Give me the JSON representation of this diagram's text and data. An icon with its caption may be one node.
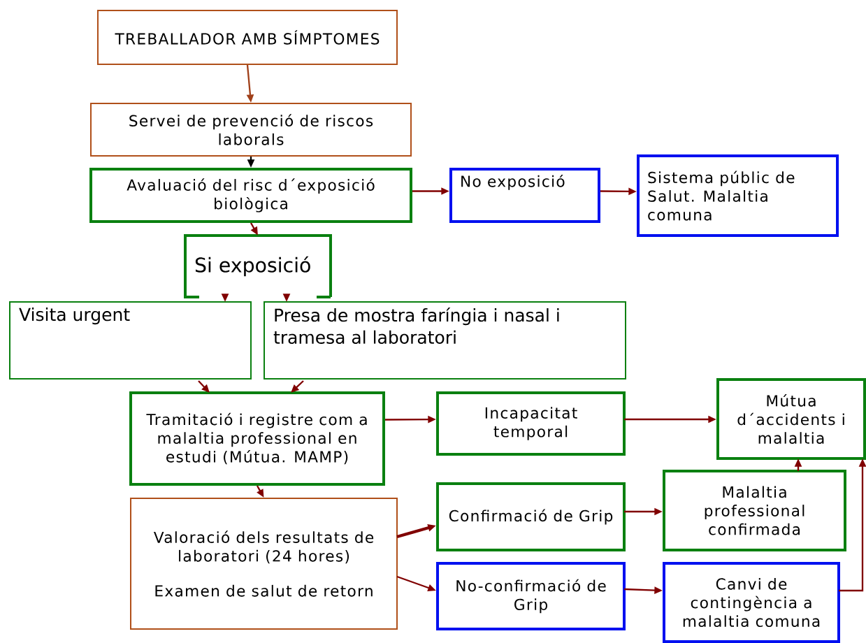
{
  "diagram": {
    "nodes": [
      {
        "text": [
          "TREBALLADOR AMB SÍMPTOMES"
        ]
      },
      {
        "text": [
          "Servei de prevenció de riscos laborals"
        ]
      },
      {
        "text": [
          "Avaluació del risc d´exposició biològica"
        ]
      },
      {
        "text": [
          "No exposició"
        ]
      },
      {
        "text": [
          "Sistema públic de Salut. Malaltia comuna"
        ]
      },
      {
        "text": [
          "Si exposició"
        ]
      },
      {
        "text": [
          "Visita urgent"
        ]
      },
      {
        "text": [
          "Presa de mostra faríngia i nasal i tramesa al laboratori"
        ]
      },
      {
        "text": [
          "Tramitació i registre com a malaltia professional en estudi (Mútua. MAMP)"
        ]
      },
      {
        "text": [
          "Incapacitat temporal"
        ]
      },
      {
        "text": [
          "Mútua d´accidents i malaltia"
        ]
      },
      {
        "text": [
          "Valoració dels resultats de laboratori (24 hores)",
          "Examen de salut de retorn"
        ]
      },
      {
        "text": [
          "Confirmació de Grip"
        ]
      },
      {
        "text": [
          "Malaltia professional confirmada"
        ]
      },
      {
        "text": [
          "No-confirmació de Grip"
        ]
      },
      {
        "text": [
          "Canvi de contingència a malaltia comuna"
        ]
      }
    ],
    "edges": [
      {
        "from": 0,
        "to": 1,
        "arrow": "to",
        "color": "#a0401a"
      },
      {
        "from": 1,
        "to": 2,
        "arrow": "to",
        "color": "#000000"
      },
      {
        "from": 2,
        "to": 3,
        "arrow": "to"
      },
      {
        "from": 3,
        "to": 4,
        "arrow": "to"
      },
      {
        "from": 2,
        "to": 5,
        "arrow": "to"
      },
      {
        "from": 5,
        "to": 6,
        "arrow": "to"
      },
      {
        "from": 5,
        "to": 7,
        "arrow": "to"
      },
      {
        "from": 6,
        "to": 8,
        "arrow": "to"
      },
      {
        "from": 7,
        "to": 8,
        "arrow": "to"
      },
      {
        "from": 8,
        "to": 9,
        "arrow": "to"
      },
      {
        "from": 9,
        "to": 10,
        "arrow": "to"
      },
      {
        "from": 8,
        "to": 11,
        "arrow": "to"
      },
      {
        "from": 11,
        "to": 12,
        "arrow": "to",
        "style": "thick"
      },
      {
        "from": 11,
        "to": 14,
        "arrow": "to"
      },
      {
        "from": 12,
        "to": 13,
        "arrow": "to"
      },
      {
        "from": 14,
        "to": 15,
        "arrow": "to"
      },
      {
        "from": 13,
        "to": 10,
        "arrow": "to"
      },
      {
        "from": 15,
        "to": 10,
        "arrow": "to"
      }
    ]
  }
}
